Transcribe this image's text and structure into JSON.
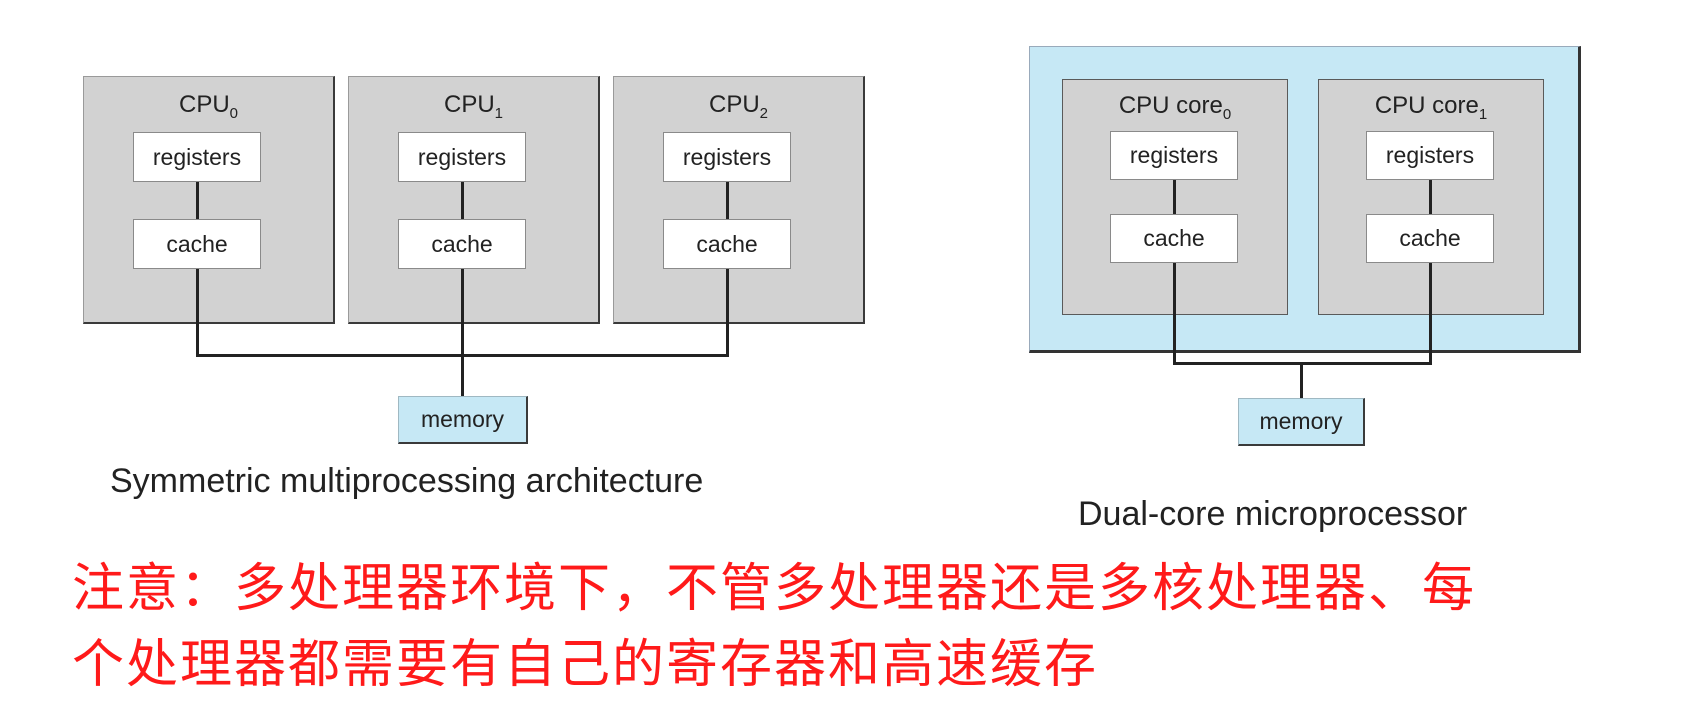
{
  "smp": {
    "cpus": [
      {
        "label": "CPU",
        "sub": "0",
        "registers": "registers",
        "cache": "cache"
      },
      {
        "label": "CPU",
        "sub": "1",
        "registers": "registers",
        "cache": "cache"
      },
      {
        "label": "CPU",
        "sub": "2",
        "registers": "registers",
        "cache": "cache"
      }
    ],
    "memory": "memory",
    "caption": "Symmetric multiprocessing architecture"
  },
  "dual": {
    "cores": [
      {
        "label": "CPU core",
        "sub": "0",
        "registers": "registers",
        "cache": "cache"
      },
      {
        "label": "CPU core",
        "sub": "1",
        "registers": "registers",
        "cache": "cache"
      }
    ],
    "memory": "memory",
    "caption": "Dual-core microprocessor"
  },
  "note": {
    "line1": "注意：多处理器环境下，不管多处理器还是多核处理器、每",
    "line2": "个处理器都需要有自己的寄存器和高速缓存"
  },
  "colors": {
    "box_gray": "#d2d2d2",
    "light_blue": "#c6e8f5",
    "note_red": "#ff1a1a"
  }
}
